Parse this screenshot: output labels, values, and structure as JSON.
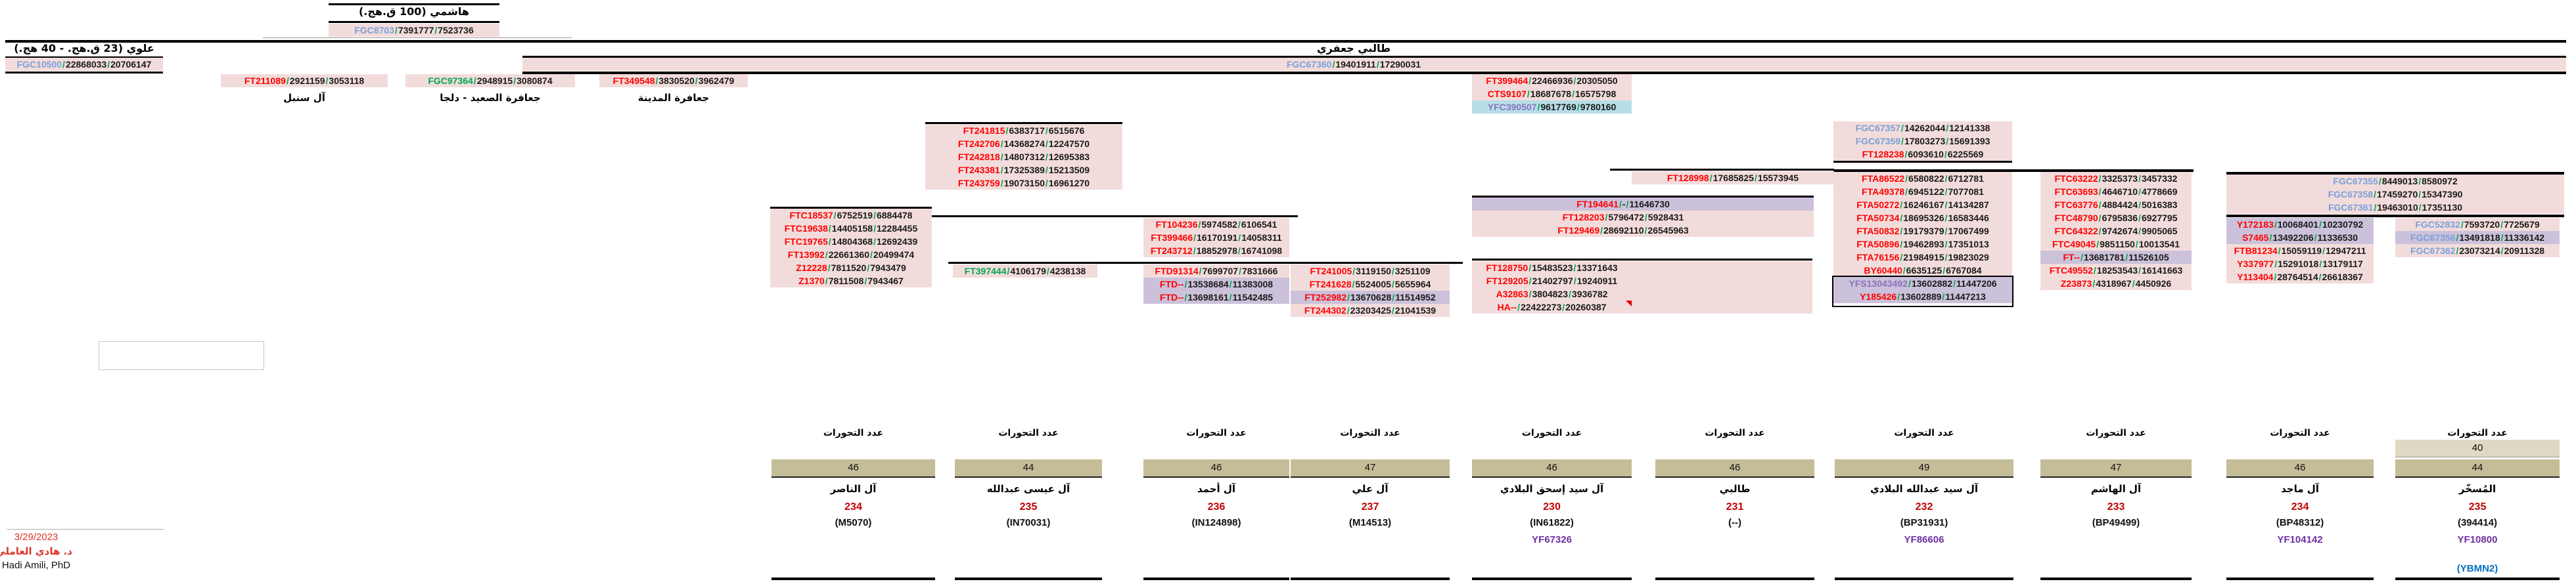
{
  "titles": {
    "hashimi": "هاشمي (100 ق.هج.)",
    "alawi": "علوي (23 ق.هج. - 40 هج.)",
    "talibi": "طالبي جعفري"
  },
  "branch_labels": [
    "آل سنبل",
    "جعافرة الصعيد - دلجا",
    "جعافرة المدينة"
  ],
  "colors": {
    "pink_bg": "#F2DCDB",
    "lavender_bg": "#CCC1DA",
    "blue_bg": "#B7DEE8",
    "tan_box": "#C4BD97",
    "tan_light_box": "#DDD9C4",
    "snp_red": "#FF0000",
    "snp_green": "#00A651",
    "snp_blue": "#7B9FD9",
    "snp_purple": "#8873BE",
    "count_red": "#C00000",
    "yf_purple": "#7030A0",
    "extra_blue": "#0070C0"
  },
  "groups": {
    "hashimi": [
      {
        "n": "FGC8703",
        "c": "blue",
        "a": "7391777",
        "b": "7523736"
      }
    ],
    "alawi": [
      {
        "n": "FGC10500",
        "c": "blue",
        "a": "22868033",
        "b": "20706147"
      }
    ],
    "talibi": [
      {
        "n": "FGC67360",
        "c": "blue",
        "a": "19401911",
        "b": "17290031"
      }
    ],
    "ft211089": [
      {
        "n": "FT211089",
        "c": "red",
        "a": "2921159",
        "b": "3053118"
      }
    ],
    "fgc97364": [
      {
        "n": "FGC97364",
        "c": "green",
        "a": "2948915",
        "b": "3080874"
      }
    ],
    "ft349548": [
      {
        "n": "FT349548",
        "c": "red",
        "a": "3830520",
        "b": "3962479"
      }
    ],
    "ft399464": [
      {
        "n": "FT399464",
        "c": "red",
        "a": "22466936",
        "b": "20305050"
      },
      {
        "n": "CTS9107",
        "c": "red",
        "a": "18687678",
        "b": "16575798"
      },
      {
        "n": "YFC390507",
        "c": "purple",
        "a": "9617769",
        "b": "9780160",
        "bg": "blue"
      }
    ],
    "ft241815": [
      {
        "n": "FT241815",
        "c": "red",
        "a": "6383717",
        "b": "6515676"
      },
      {
        "n": "FT242706",
        "c": "red",
        "a": "14368274",
        "b": "12247570"
      },
      {
        "n": "FT242818",
        "c": "red",
        "a": "14807312",
        "b": "12695383"
      },
      {
        "n": "FT243381",
        "c": "red",
        "a": "17325389",
        "b": "15213509"
      },
      {
        "n": "FT243759",
        "c": "red",
        "a": "19073150",
        "b": "16961270"
      }
    ],
    "ftc18537": [
      {
        "n": "FTC18537",
        "c": "red",
        "a": "6752519",
        "b": "6884478"
      },
      {
        "n": "FTC19638",
        "c": "red",
        "a": "14405158",
        "b": "12284455"
      },
      {
        "n": "FTC19765",
        "c": "red",
        "a": "14804368",
        "b": "12692439"
      },
      {
        "n": "FT13992",
        "c": "red",
        "a": "22661360",
        "b": "20499474"
      },
      {
        "n": "Z12228",
        "c": "red",
        "a": "7811520",
        "b": "7943479"
      },
      {
        "n": "Z1370",
        "c": "red",
        "a": "7811508",
        "b": "7943467"
      }
    ],
    "ft104236": [
      {
        "n": "FT104236",
        "c": "red",
        "a": "5974582",
        "b": "6106541"
      },
      {
        "n": "FT399466",
        "c": "red",
        "a": "16170191",
        "b": "14058311"
      },
      {
        "n": "FT243712",
        "c": "red",
        "a": "18852978",
        "b": "16741098"
      }
    ],
    "ft397444": [
      {
        "n": "FT397444",
        "c": "green",
        "a": "4106179",
        "b": "4238138"
      }
    ],
    "ftd": [
      {
        "n": "FTD91314",
        "c": "red",
        "a": "7699707",
        "b": "7831666"
      },
      {
        "n": "FTD--",
        "c": "red",
        "a": "13538684",
        "b": "11383008",
        "bg": "lav"
      },
      {
        "n": "FTD--",
        "c": "red",
        "a": "13698161",
        "b": "11542485",
        "bg": "lav"
      }
    ],
    "ft241005": [
      {
        "n": "FT241005",
        "c": "red",
        "a": "3119150",
        "b": "3251109"
      },
      {
        "n": "FT241628",
        "c": "red",
        "a": "5524005",
        "b": "5655964"
      },
      {
        "n": "FT252982",
        "c": "red",
        "a": "13670628",
        "b": "11514952",
        "bg": "lav"
      },
      {
        "n": "FT244302",
        "c": "red",
        "a": "23203425",
        "b": "21041539"
      }
    ],
    "ft128998": [
      {
        "n": "FT128998",
        "c": "red",
        "a": "17685825",
        "b": "15573945"
      }
    ],
    "ft194641": [
      {
        "n": "FT194641",
        "c": "red",
        "a": "-",
        "b": "11646730",
        "bg": "lav"
      },
      {
        "n": "FT128203",
        "c": "red",
        "a": "5796472",
        "b": "5928431"
      },
      {
        "n": "FT129469",
        "c": "red",
        "a": "28692110",
        "b": "26545963"
      }
    ],
    "ft128750": [
      {
        "n": "FT128750",
        "c": "red",
        "a": "15483523",
        "b": "13371643"
      },
      {
        "n": "FT129205",
        "c": "red",
        "a": "21402797",
        "b": "19240911"
      },
      {
        "n": "A32863",
        "c": "red",
        "a": "3804823",
        "b": "3936782"
      },
      {
        "n": "HA--",
        "c": "red",
        "a": "22422273",
        "b": "20260387",
        "m": true
      }
    ],
    "fgc67357": [
      {
        "n": "FGC67357",
        "c": "blue",
        "a": "14262044",
        "b": "12141338"
      },
      {
        "n": "FGC67359",
        "c": "blue",
        "a": "17803273",
        "b": "15691393"
      },
      {
        "n": "FT128238",
        "c": "red",
        "a": "6093610",
        "b": "6225569"
      }
    ],
    "fta": [
      {
        "n": "FTA86522",
        "c": "red",
        "a": "6580822",
        "b": "6712781"
      },
      {
        "n": "FTA49378",
        "c": "red",
        "a": "6945122",
        "b": "7077081"
      },
      {
        "n": "FTA50272",
        "c": "red",
        "a": "16246167",
        "b": "14134287"
      },
      {
        "n": "FTA50734",
        "c": "red",
        "a": "18695326",
        "b": "16583446"
      },
      {
        "n": "FTA50832",
        "c": "red",
        "a": "19179379",
        "b": "17067499"
      },
      {
        "n": "FTA50896",
        "c": "red",
        "a": "19462893",
        "b": "17351013"
      },
      {
        "n": "FTA76156",
        "c": "red",
        "a": "21984915",
        "b": "19823029"
      },
      {
        "n": "BY60440",
        "c": "red",
        "a": "6635125",
        "b": "6767084"
      },
      {
        "n": "YFS13043492",
        "c": "purple",
        "a": "13602882",
        "b": "11447206",
        "bg": "lav"
      },
      {
        "n": "Y185426",
        "c": "red",
        "a": "13602889",
        "b": "11447213",
        "bg": "lav"
      }
    ],
    "ftc63222": [
      {
        "n": "FTC63222",
        "c": "red",
        "a": "3325373",
        "b": "3457332"
      },
      {
        "n": "FTC63693",
        "c": "red",
        "a": "4646710",
        "b": "4778669"
      },
      {
        "n": "FTC63776",
        "c": "red",
        "a": "4884424",
        "b": "5016383"
      },
      {
        "n": "FTC48790",
        "c": "red",
        "a": "6795836",
        "b": "6927795"
      },
      {
        "n": "FTC64322",
        "c": "red",
        "a": "9742674",
        "b": "9905065"
      },
      {
        "n": "FTC49045",
        "c": "red",
        "a": "9851150",
        "b": "10013541"
      },
      {
        "n": "FT--",
        "c": "red",
        "a": "13681781",
        "b": "11526105",
        "bg": "lav"
      },
      {
        "n": "FTC49552",
        "c": "red",
        "a": "18253543",
        "b": "16141663"
      },
      {
        "n": "Z23873",
        "c": "red",
        "a": "4318967",
        "b": "4450926"
      }
    ],
    "fgc67355": [
      {
        "n": "FGC67355",
        "c": "blue",
        "a": "8449013",
        "b": "8580972"
      },
      {
        "n": "FGC67358",
        "c": "blue",
        "a": "17459270",
        "b": "15347390"
      },
      {
        "n": "FGC67361",
        "c": "blue",
        "a": "19463010",
        "b": "17351130"
      }
    ],
    "y172183": [
      {
        "n": "Y172183",
        "c": "red",
        "a": "10068401",
        "b": "10230792",
        "bg": "lav"
      },
      {
        "n": "S7465",
        "c": "red",
        "a": "13492206",
        "b": "11336530",
        "bg": "lav"
      },
      {
        "n": "FTB81234",
        "c": "red",
        "a": "15059119",
        "b": "12947211"
      },
      {
        "n": "Y337977",
        "c": "red",
        "a": "15291018",
        "b": "13179117"
      },
      {
        "n": "Y113404",
        "c": "red",
        "a": "28764514",
        "b": "26618367"
      }
    ],
    "fgc52832": [
      {
        "n": "FGC52832",
        "c": "blue",
        "a": "7593720",
        "b": "7725679"
      },
      {
        "n": "FGC67356",
        "c": "blue",
        "a": "13491818",
        "b": "11336142",
        "bg": "lav"
      },
      {
        "n": "FGC67362",
        "c": "blue",
        "a": "23073214",
        "b": "20911328"
      }
    ]
  },
  "bottom": {
    "header": "عدد التحورات",
    "columns": [
      {
        "counts": [
          "46"
        ],
        "clan": "آل الناصر",
        "num": "234",
        "id": "(M5070)"
      },
      {
        "counts": [
          "44"
        ],
        "clan": "آل عيسى عبدالله",
        "num": "235",
        "id": "(IN70031)"
      },
      {
        "counts": [
          "46"
        ],
        "clan": "آل أحمد",
        "num": "236",
        "id": "(IN124898)"
      },
      {
        "counts": [
          "47"
        ],
        "clan": "آل علي",
        "num": "237",
        "id": "(M14513)"
      },
      {
        "counts": [
          "46"
        ],
        "clan": "آل سيد إسحق البلادي",
        "num": "230",
        "id": "(IN61822)",
        "yf": "YF67326"
      },
      {
        "counts": [
          "46"
        ],
        "clan": "طالبي",
        "num": "231",
        "id": "(--)"
      },
      {
        "counts": [
          "49"
        ],
        "clan": "آل سيد عبدالله البلادي",
        "num": "232",
        "id": "(BP31931)",
        "yf": "YF86606"
      },
      {
        "counts": [
          "47"
        ],
        "clan": "آل الهاشم",
        "num": "233",
        "id": "(BP49499)"
      },
      {
        "counts": [
          "46"
        ],
        "clan": "آل ماجد",
        "num": "234",
        "id": "(BP48312)",
        "yf": "YF104142"
      },
      {
        "counts": [
          "40",
          "44"
        ],
        "clan": "المُسخّر",
        "num": "235",
        "id": "(394414)",
        "yf": "YF10800",
        "extra": "(YBMN2)"
      }
    ]
  },
  "footer": {
    "date": "3/29/2023",
    "author_ar": "د. هادي العاملي",
    "author_en": "Hadi Amili, PhD"
  }
}
